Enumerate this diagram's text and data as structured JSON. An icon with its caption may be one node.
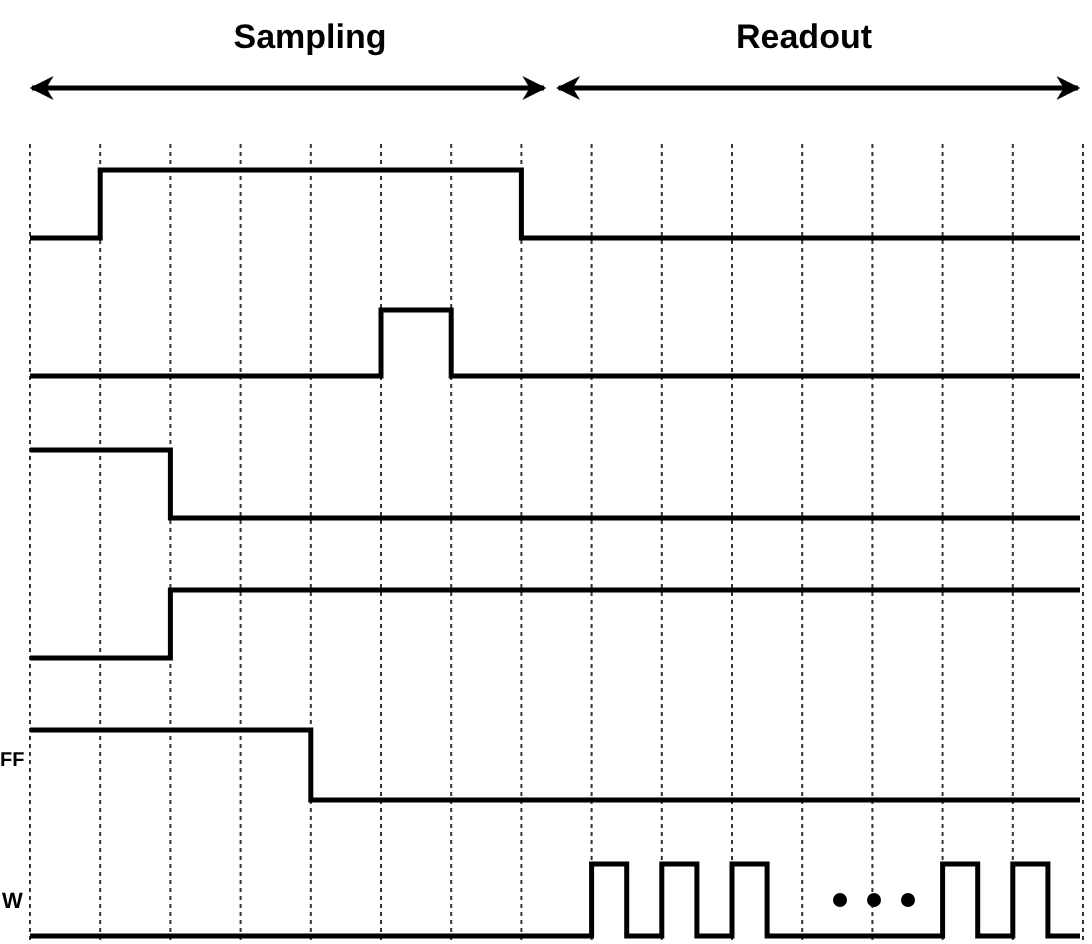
{
  "diagram": {
    "labels": [
      "Sampling",
      "Readout",
      "FF",
      "W"
    ]
  }
}
